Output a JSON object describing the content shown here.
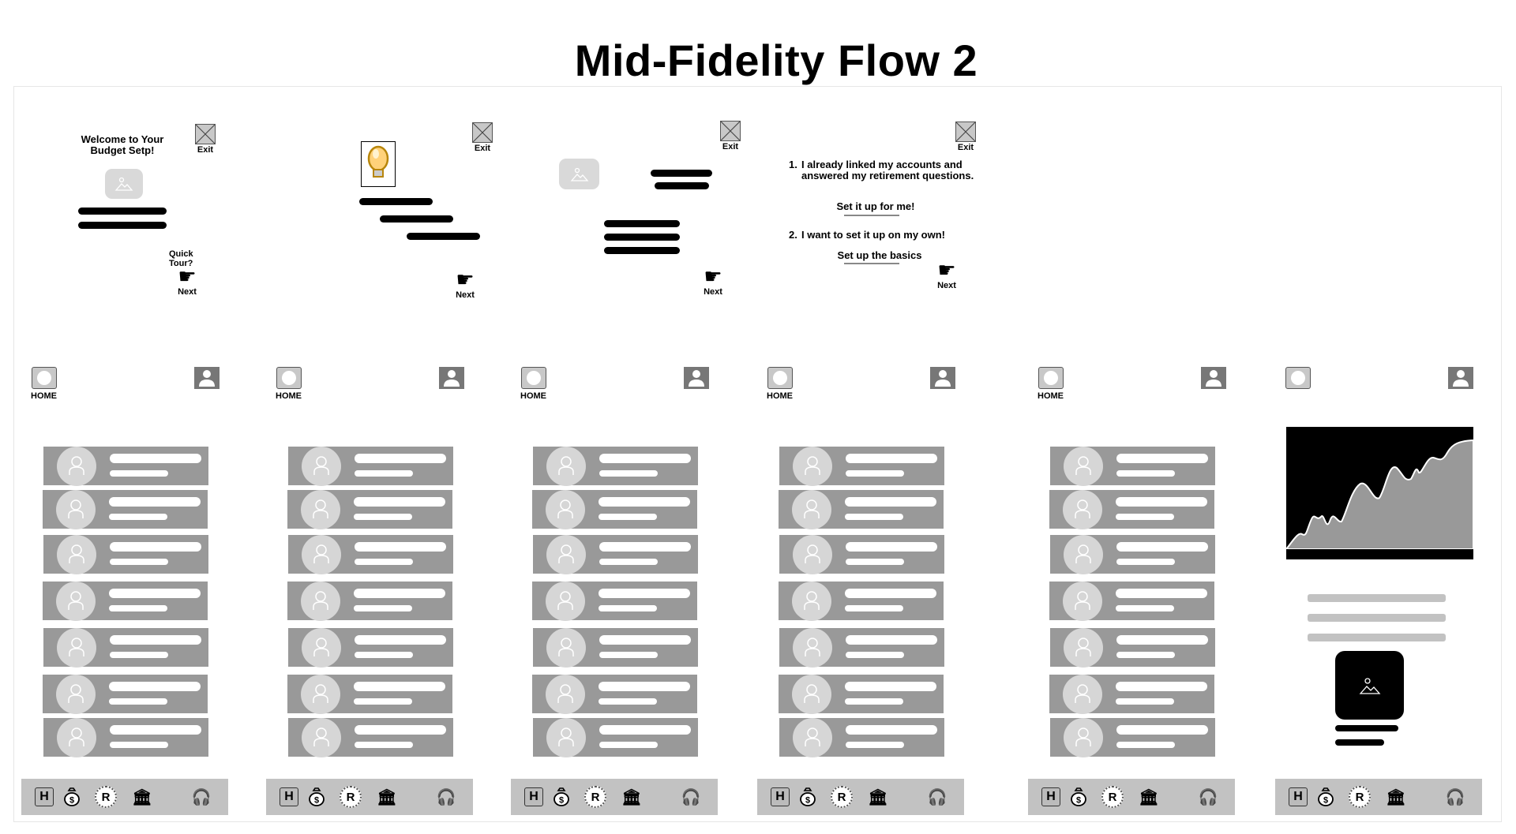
{
  "title": "Mid-Fidelity Flow 2",
  "onboarding": {
    "exit_label": "Exit",
    "next_label": "Next",
    "screen1": {
      "heading_line1": "Welcome to Your",
      "heading_line2": "Budget Setp!",
      "quick_tour": "Quick Tour?"
    },
    "screen4": {
      "option1_num": "1.",
      "option1_text": "I already linked my accounts and answered my retirement questions.",
      "option1_link": "Set it up for me!",
      "option2_num": "2.",
      "option2_text": "I want to set it up on my own!",
      "option2_link": "Set up the basics"
    }
  },
  "home_screens": {
    "home_label": "HOME",
    "row_count": 7,
    "nav": {
      "home": "H",
      "money": "$",
      "retirement": "R",
      "bank": "🏛",
      "support": "🎧"
    },
    "colors": {
      "row": "#999999",
      "nav": "#c2c2c2"
    }
  }
}
